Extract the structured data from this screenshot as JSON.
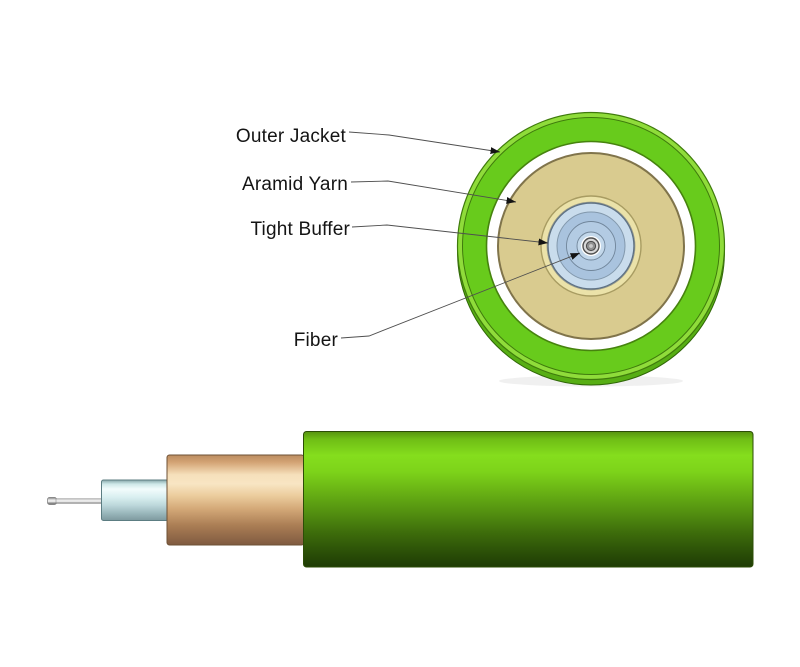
{
  "diagram": {
    "name": "tight-buffered-fiber-cable-diagram",
    "labels": {
      "outer_jacket": "Outer Jacket",
      "aramid_yarn": "Aramid Yarn",
      "tight_buffer": "Tight Buffer",
      "fiber": "Fiber"
    },
    "views": {
      "cross_section": "cable cross-section (top)",
      "side_view": "stripped cable side view (bottom)"
    }
  },
  "colors": {
    "jacket_green": "#68cb1c",
    "jacket_green_light": "#8fdc3a",
    "jacket_green_dark": "#3f7b0c",
    "aramid_tan": "#d9cb8f",
    "aramid_tan_light": "#ebe2a9",
    "buffer_blue": "#a9c3de",
    "buffer_blue_light": "#c9dcec",
    "fiber_ferrule_gray": "#d8d8d8",
    "leader_line_gray": "#4f4f4f",
    "background": "#ffffff"
  }
}
